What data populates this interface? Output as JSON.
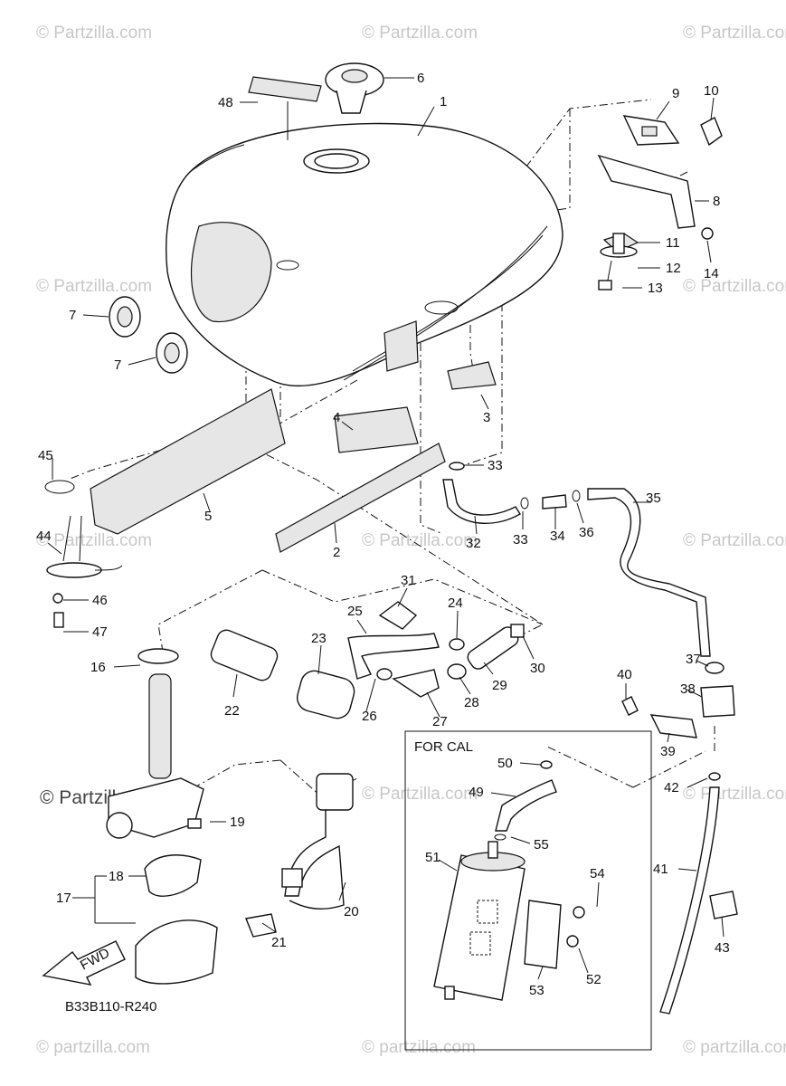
{
  "watermark": {
    "text": "© Partzilla.com",
    "text_lower": "© partzilla.com",
    "text_dark": "© Partzilla.com"
  },
  "diagram_code": "B33B110-R240",
  "fwd_label": "FWD",
  "inset_title": "FOR CAL",
  "callouts": [
    "1",
    "2",
    "3",
    "4",
    "5",
    "6",
    "7",
    "7",
    "8",
    "9",
    "10",
    "11",
    "12",
    "13",
    "14",
    "16",
    "17",
    "18",
    "19",
    "20",
    "21",
    "22",
    "23",
    "24",
    "25",
    "26",
    "27",
    "28",
    "29",
    "30",
    "31",
    "32",
    "33",
    "33",
    "34",
    "35",
    "36",
    "37",
    "38",
    "39",
    "40",
    "41",
    "42",
    "43",
    "44",
    "45",
    "46",
    "47",
    "48",
    "49",
    "50",
    "51",
    "52",
    "53",
    "54",
    "55"
  ]
}
